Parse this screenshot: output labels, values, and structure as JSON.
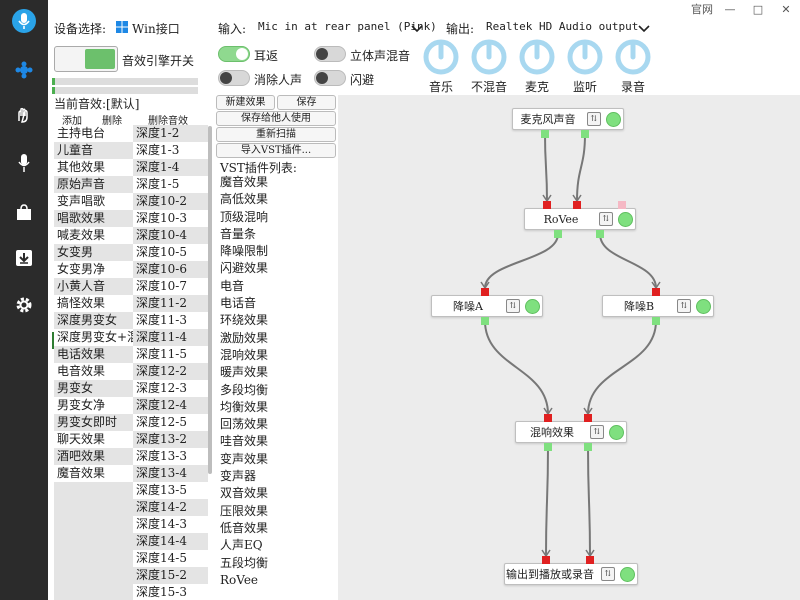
{
  "window": {
    "top_links": [
      "官网",
      "—",
      "□",
      "✕"
    ]
  },
  "sidebar": {
    "icons": [
      "microphone-logo-icon",
      "gear-flower-icon",
      "hand-wave-icon",
      "mic-icon",
      "shopping-bag-icon",
      "download-icon",
      "settings-icon"
    ]
  },
  "device": {
    "label": "设备选择:",
    "value": "Win接口",
    "input_label": "输入:",
    "input_value": "Mic in at rear panel (Pink)",
    "output_label": "输出:",
    "output_value": "Realtek HD Audio output"
  },
  "engine": {
    "label": "音效引擎开关"
  },
  "toggles": [
    {
      "label": "耳返",
      "on": true
    },
    {
      "label": "立体声混音",
      "on": false
    },
    {
      "label": "消除人声",
      "on": false
    },
    {
      "label": "闪避",
      "on": false
    }
  ],
  "dials": [
    "音乐",
    "不混音",
    "麦克",
    "监听",
    "录音"
  ],
  "current_effect": {
    "label": "当前音效:[默认]",
    "add": "添加",
    "delete": "删除",
    "delete_effect": "删除音效"
  },
  "effects": [
    "主持电台",
    "儿童音",
    "其他效果",
    "原始声音",
    "变声唱歌",
    "唱歌效果",
    "喊麦效果",
    "女变男",
    "女变男净",
    "小黄人音",
    "搞怪效果",
    "深度男变女",
    "深度男变女+混响",
    "电话效果",
    "电音效果",
    "男变女",
    "男变女净",
    "男变女即时",
    "聊天效果",
    "酒吧效果",
    "魔音效果"
  ],
  "depths": [
    "深度1-2",
    "深度1-3",
    "深度1-4",
    "深度1-5",
    "深度10-2",
    "深度10-3",
    "深度10-4",
    "深度10-5",
    "深度10-6",
    "深度10-7",
    "深度11-2",
    "深度11-3",
    "深度11-4",
    "深度11-5",
    "深度12-2",
    "深度12-3",
    "深度12-4",
    "深度12-5",
    "深度13-2",
    "深度13-3",
    "深度13-4",
    "深度13-5",
    "深度14-2",
    "深度14-3",
    "深度14-4",
    "深度14-5",
    "深度15-2",
    "深度15-3"
  ],
  "buttons": {
    "new_effect": "新建效果",
    "save": "保存",
    "save_for_others": "保存给他人使用",
    "rescan": "重新扫描",
    "import_vst": "导入VST插件..."
  },
  "vst": {
    "title": "VST插件列表:",
    "items": [
      "魔音效果",
      "高低效果",
      "顶级混响",
      "音量条",
      "降噪限制",
      "闪避效果",
      "电音",
      "电话音",
      "环绕效果",
      "激励效果",
      "混响效果",
      "暖声效果",
      "多段均衡",
      "均衡效果",
      "回荡效果",
      "哇音效果",
      "变声效果",
      "变声器",
      "双音效果",
      "压限效果",
      "低音效果",
      "人声EQ",
      "五段均衡",
      "RoVee"
    ]
  },
  "graph": {
    "nodes": {
      "mic": "麦克风声音",
      "rovee": "RoVee",
      "denoise_a": "降噪A",
      "denoise_b": "降噪B",
      "reverb": "混响效果",
      "output": "输出到播放或录音"
    },
    "node_button_icon": "⇅"
  },
  "colors": {
    "sidebar": "#2b2b2b",
    "accent_blue": "#1e88e5",
    "port_in": "#e02020",
    "port_out": "#7fe07f",
    "toggle_on": "#8fd98f"
  }
}
